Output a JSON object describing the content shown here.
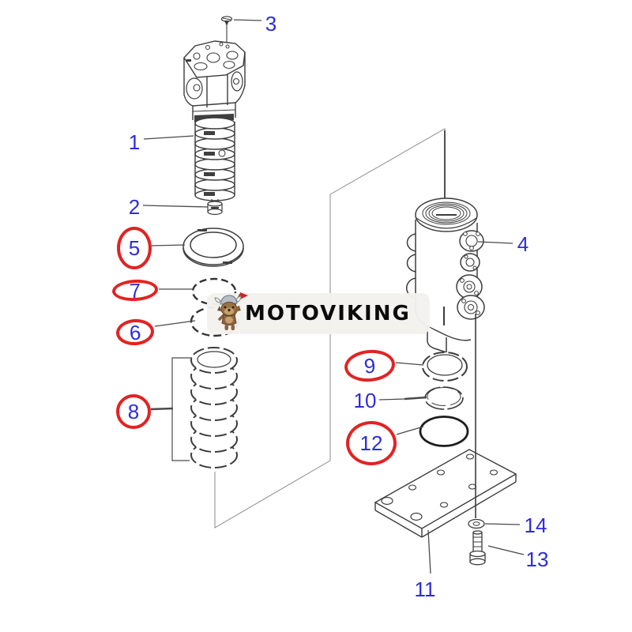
{
  "diagram": {
    "kind": "exploded-parts-diagram",
    "callouts": [
      {
        "text": "1",
        "circled": false
      },
      {
        "text": "2",
        "circled": false
      },
      {
        "text": "3",
        "circled": false
      },
      {
        "text": "4",
        "circled": false
      },
      {
        "text": "5",
        "circled": true
      },
      {
        "text": "6",
        "circled": true
      },
      {
        "text": "7",
        "circled": true
      },
      {
        "text": "8",
        "circled": true
      },
      {
        "text": "9",
        "circled": true
      },
      {
        "text": "10",
        "circled": false
      },
      {
        "text": "11",
        "circled": false
      },
      {
        "text": "12",
        "circled": true
      },
      {
        "text": "13",
        "circled": false
      },
      {
        "text": "14",
        "circled": false
      }
    ]
  },
  "watermark": {
    "brand": "MOTOVIKING",
    "mascot": "viking-dog-mascot"
  },
  "colors": {
    "callout_text": "#2d2dd8",
    "highlight_circle": "#e32222",
    "line_art": "#3c3c3c",
    "logo_bg": "#f2f1ee",
    "logo_text": "#0b0b0b"
  }
}
